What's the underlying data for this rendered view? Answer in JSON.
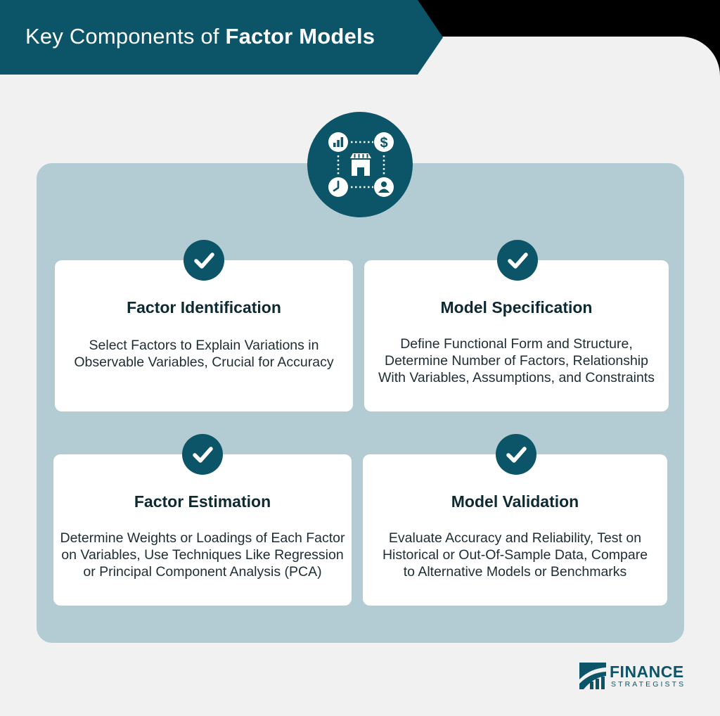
{
  "header": {
    "title_regular": "Key Components of ",
    "title_bold": "Factor Models"
  },
  "colors": {
    "primary": "#0c5568",
    "panel_light": "#f1f1f1",
    "panel_inner": "#b3cbd2",
    "card": "#ffffff",
    "text_dark": "#0d2a33"
  },
  "hub": {
    "icons": [
      "bar-chart-icon",
      "dollar-icon",
      "storefront-icon",
      "clock-icon",
      "user-icon"
    ]
  },
  "cards": [
    {
      "title": "Factor Identification",
      "description": "Select Factors to Explain Variations in Observable Variables, Crucial for Accuracy"
    },
    {
      "title": "Model Specification",
      "description": "Define Functional Form and Structure, Determine Number of Factors, Relationship With Variables, Assumptions, and Constraints"
    },
    {
      "title": "Factor Estimation",
      "description": "Determine Weights or Loadings of Each Factor on Variables, Use Techniques Like Regression or Principal Component Analysis (PCA)"
    },
    {
      "title": "Model Validation",
      "description": "Evaluate Accuracy and Reliability, Test on Historical or Out-Of-Sample Data, Compare to Alternative Models or Benchmarks"
    }
  ],
  "brand": {
    "name_line1": "FINANCE",
    "name_line2": "STRATEGISTS"
  }
}
